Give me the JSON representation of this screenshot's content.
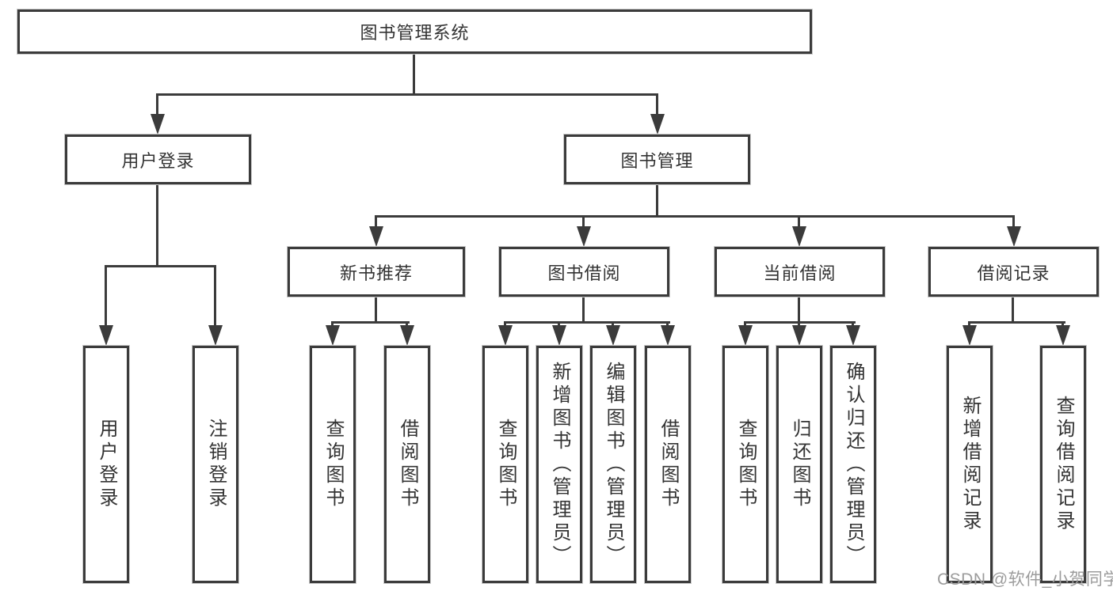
{
  "diagram_type": "hierarchy-tree",
  "root": {
    "label": "图书管理系统"
  },
  "level2": [
    {
      "id": "user-login",
      "label": "用户登录"
    },
    {
      "id": "book-management",
      "label": "图书管理"
    }
  ],
  "level3": [
    {
      "id": "new-book-recommend",
      "label": "新书推荐",
      "parent": "图书管理"
    },
    {
      "id": "book-borrowing",
      "label": "图书借阅",
      "parent": "图书管理"
    },
    {
      "id": "current-borrowing",
      "label": "当前借阅",
      "parent": "图书管理"
    },
    {
      "id": "borrowing-records",
      "label": "借阅记录",
      "parent": "图书管理"
    }
  ],
  "leaves": [
    {
      "label": "用户登录",
      "parent": "用户登录"
    },
    {
      "label": "注销登录",
      "parent": "用户登录"
    },
    {
      "label": "查询图书",
      "parent": "新书推荐"
    },
    {
      "label": "借阅图书",
      "parent": "新书推荐"
    },
    {
      "label": "查询图书",
      "parent": "图书借阅"
    },
    {
      "label": "新增图书（管理员）",
      "parent": "图书借阅"
    },
    {
      "label": "编辑图书（管理员）",
      "parent": "图书借阅"
    },
    {
      "label": "借阅图书",
      "parent": "图书借阅"
    },
    {
      "label": "查询图书",
      "parent": "当前借阅"
    },
    {
      "label": "归还图书",
      "parent": "当前借阅"
    },
    {
      "label": "确认归还（管理员）",
      "parent": "当前借阅"
    },
    {
      "label": "新增借阅记录",
      "parent": "借阅记录"
    },
    {
      "label": "查询借阅记录",
      "parent": "借阅记录"
    }
  ],
  "watermark": {
    "label": "CSDN @软件_小贺同学"
  },
  "colors": {
    "line": "#3b3b3b",
    "text": "#333333",
    "box_background": "#ffffff",
    "watermark": "#9c9c9c",
    "page_background": "#ffffff"
  }
}
